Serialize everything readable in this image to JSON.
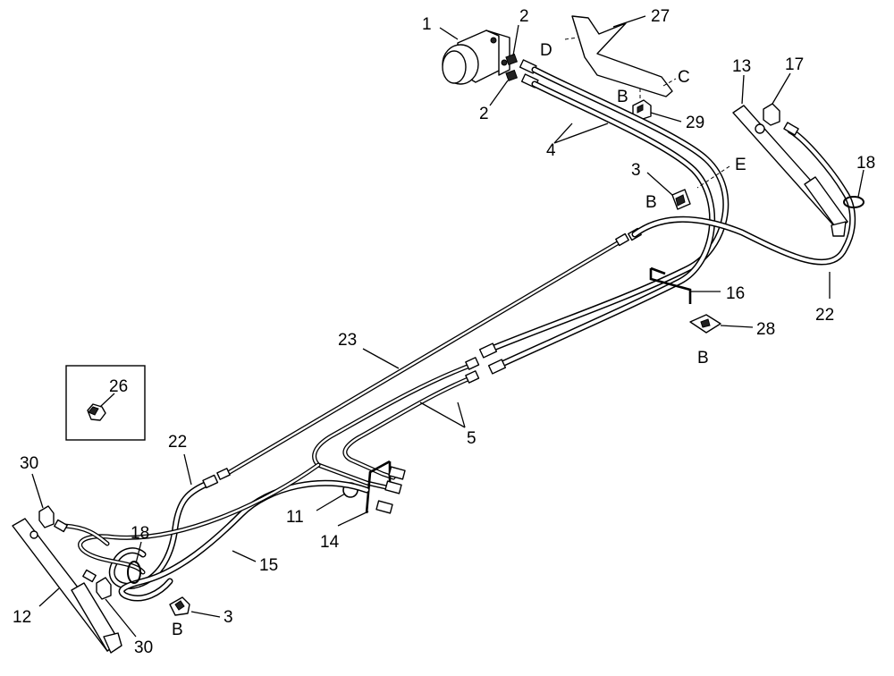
{
  "callouts": {
    "p1": "1",
    "p2a": "2",
    "p2b": "2",
    "p3a": "3",
    "p3b": "3",
    "p4": "4",
    "p5": "5",
    "p11": "11",
    "p12": "12",
    "p13": "13",
    "p14": "14",
    "p15": "15",
    "p16": "16",
    "p17": "17",
    "p18a": "18",
    "p18b": "18",
    "p22a": "22",
    "p22b": "22",
    "p23": "23",
    "p26": "26",
    "p27": "27",
    "p28": "28",
    "p29": "29",
    "p30a": "30",
    "p30b": "30"
  },
  "refs": {
    "b1": "B",
    "b2": "B",
    "b3": "B",
    "b4": "B",
    "c": "C",
    "d": "D",
    "e": "E"
  },
  "colors": {
    "line": "#000000",
    "background": "#ffffff"
  }
}
